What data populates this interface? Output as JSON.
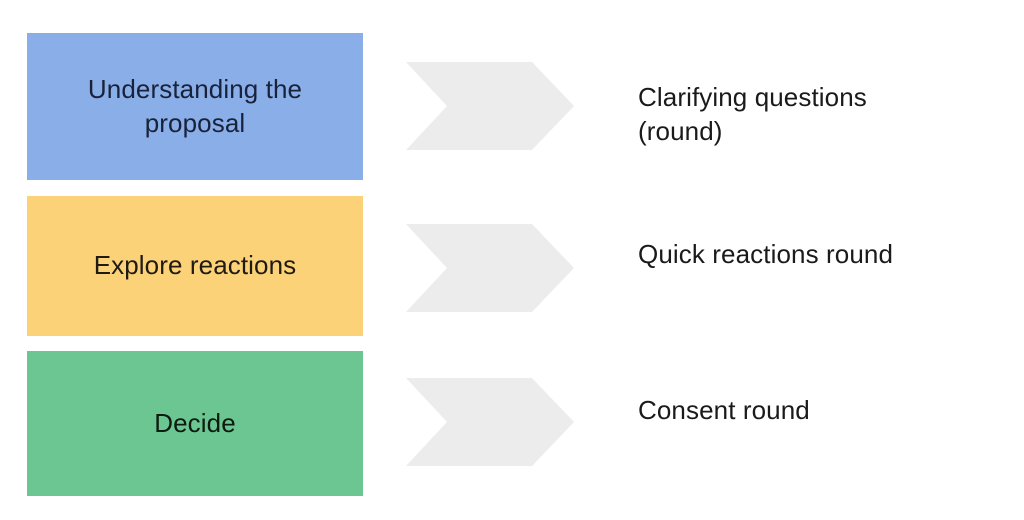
{
  "diagram": {
    "type": "process-flow",
    "background_color": "#FFFFFF",
    "arrow_color": "#ECECEC",
    "rows": [
      {
        "stage_label": "Understanding the\nproposal",
        "stage_color": "#8AAEE8",
        "stage_text_color": "#18223A",
        "arrow_icon": "chevron-right-icon",
        "description": "Clarifying questions\n(round)",
        "description_text_color": "#1A1A1A"
      },
      {
        "stage_label": "Explore reactions",
        "stage_color": "#FCD278",
        "stage_text_color": "#1F1A12",
        "arrow_icon": "chevron-right-icon",
        "description": "Quick reactions round",
        "description_text_color": "#1A1A1A"
      },
      {
        "stage_label": "Decide",
        "stage_color": "#6CC691",
        "stage_text_color": "#0C1A0F",
        "arrow_icon": "chevron-right-icon",
        "description": "Consent round",
        "description_text_color": "#1A1A1A"
      }
    ]
  }
}
